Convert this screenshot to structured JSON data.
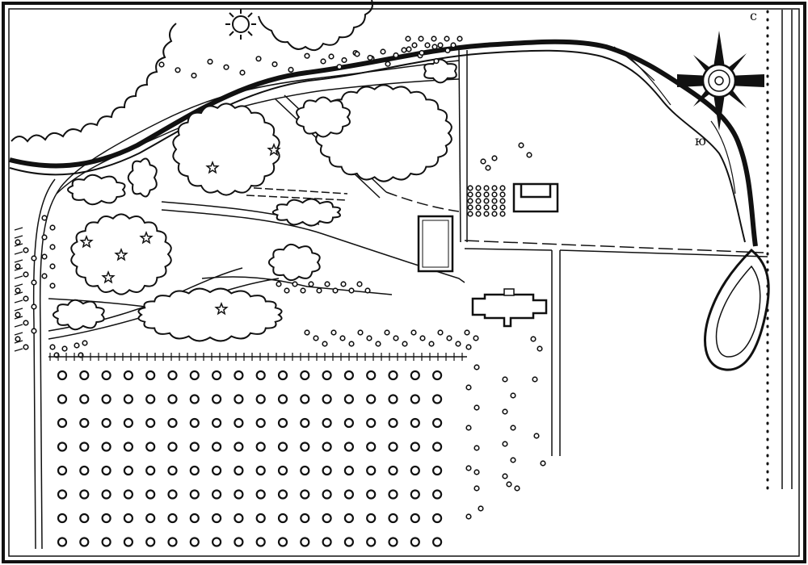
{
  "map": {
    "compass": {
      "north_label": "с",
      "south_label": "ю"
    },
    "ink_color": "#111111",
    "paper_color": "#ffffff",
    "features": {
      "river": "river",
      "forest": "forest-clumps",
      "orchard": "orchard-grid",
      "pond": "pond",
      "manor_house": "manor-house",
      "outbuilding": "outbuilding",
      "barn": "barn",
      "fence": "fence",
      "road": "road",
      "sun": "sun-icon"
    }
  }
}
